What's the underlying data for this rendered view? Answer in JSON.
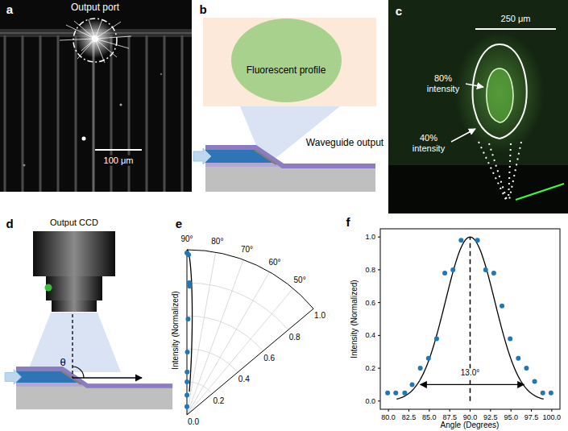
{
  "diagram": {
    "nodes": [
      {
        "text": [
          "Output port"
        ]
      },
      {
        "text": [
          "Fluorescent profile"
        ]
      }
    ],
    "labels": [
      "a",
      "100 μm",
      "b",
      "Waveguide output",
      "c",
      "250 μm",
      "80% intensity",
      "40% intensity",
      "d",
      "Output CCD",
      "θ",
      "e",
      "90°",
      "80°",
      "70°",
      "60°",
      "50°",
      "1.0",
      "0.8",
      "0.6",
      "0.4",
      "0.2",
      "0.0",
      "Intensity (Normalized)",
      "f",
      "1.0",
      "0.8",
      "0.6",
      "0.4",
      "0.2",
      "0.0",
      "Intensity (Normalized)",
      "80.0",
      "82.5",
      "85.0",
      "87.5",
      "90.0",
      "92.5",
      "95.0",
      "97.5",
      "100.0",
      "Angle (Degrees)",
      "13.0°"
    ]
  }
}
